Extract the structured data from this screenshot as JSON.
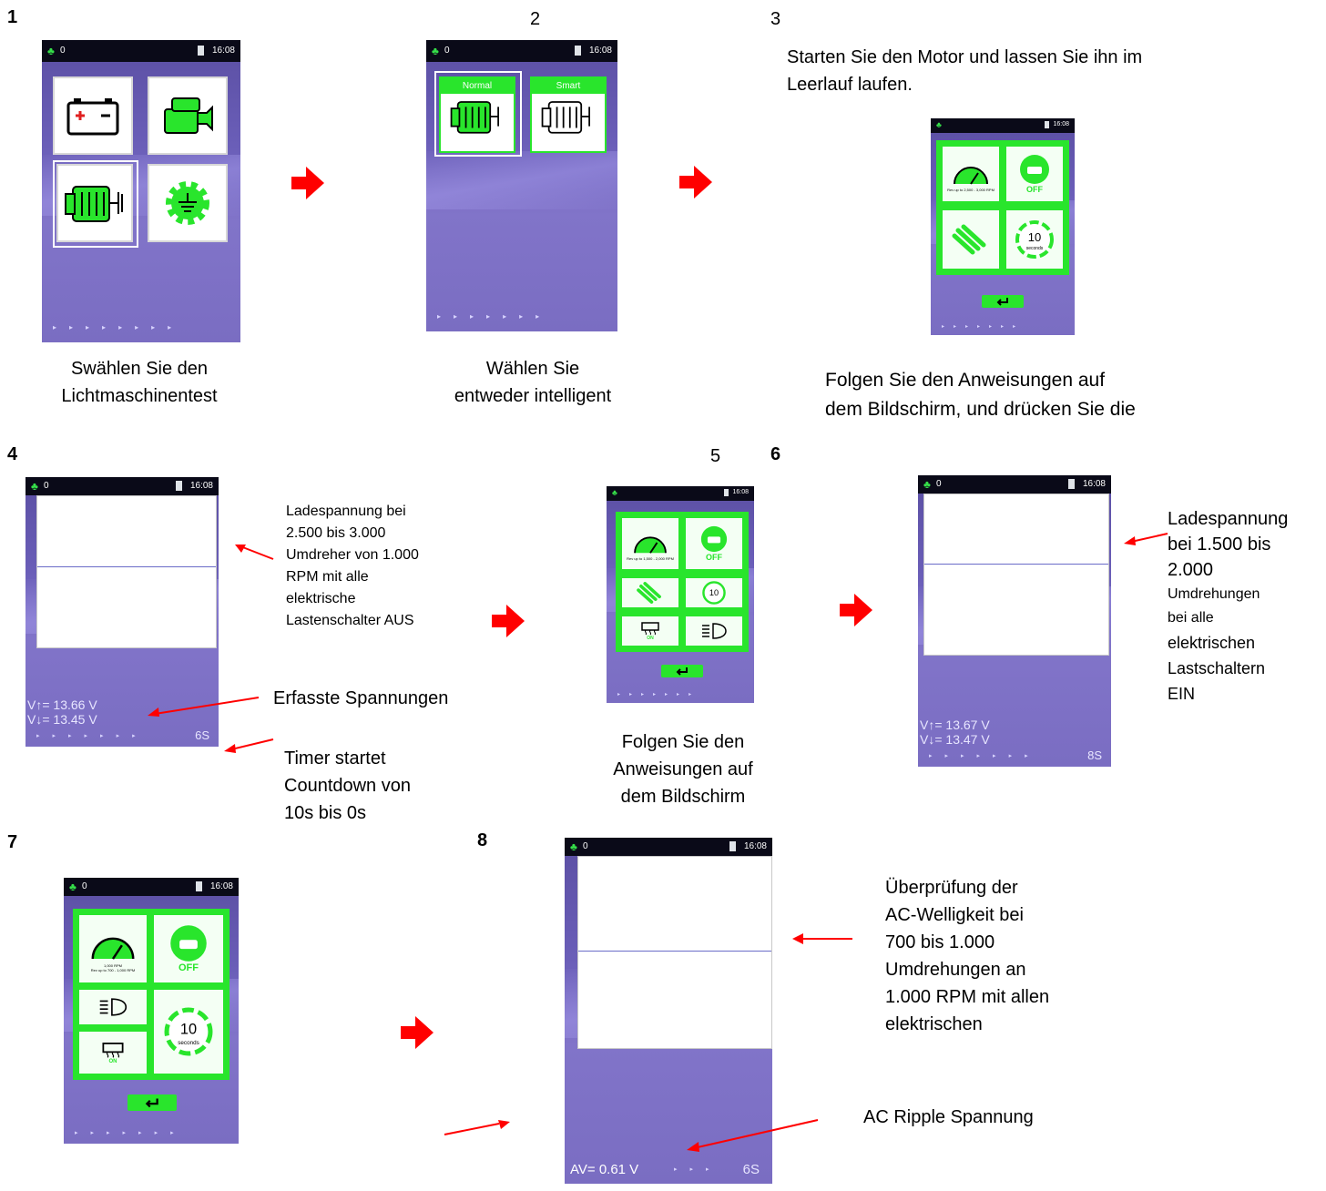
{
  "steps": {
    "s1": {
      "num": "1",
      "caption": [
        "Swählen Sie den",
        "Lichtmaschinentest"
      ]
    },
    "s2": {
      "num": "2",
      "caption": [
        "Wählen Sie",
        "entweder intelligent"
      ]
    },
    "s3": {
      "num": "3",
      "text_top": [
        "Starten Sie den Motor und lassen Sie ihn im",
        "Leerlauf laufen."
      ],
      "text_bottom": [
        "Folgen Sie den Anweisungen auf",
        "dem Bildschirm, und drücken Sie die"
      ]
    },
    "s4": {
      "num": "4",
      "note_top": [
        "Ladespannung bei",
        "2.500 bis 3.000",
        "Umdreher von 1.000",
        "RPM mit alle",
        "elektrische",
        "Lastenschalter AUS"
      ],
      "note_mid": "Erfasste Spannungen",
      "note_bottom": [
        "Timer startet",
        "Countdown von",
        "10s bis 0s"
      ]
    },
    "s5": {
      "num": "5",
      "caption": [
        "Folgen Sie den",
        "Anweisungen auf",
        "dem Bildschirm"
      ]
    },
    "s6": {
      "num": "6",
      "note": [
        "Ladespannung",
        "bei 1.500 bis",
        "2.000",
        "Umdrehungen",
        "bei  alle",
        "elektrischen",
        "Lastschaltern",
        "EIN"
      ]
    },
    "s7": {
      "num": "7"
    },
    "s8": {
      "num": "8",
      "note_top": [
        "Überprüfung der",
        "AC-Welligkeit bei",
        "700 bis 1.000",
        "Umdrehungen an",
        "1.000 RPM mit allen",
        "elektrischen"
      ],
      "note_bottom": "AC Ripple Spannung"
    }
  },
  "device": {
    "status_left": "0",
    "status_time": "16:08",
    "normal_label": "Normal",
    "smart_label": "Smart",
    "off_label": "OFF",
    "on_label": "ON",
    "seconds_label": "seconds",
    "ten": "10",
    "rpm_small": "1,000 RPM",
    "rev_3000": "Rev up to 2,500 - 3,000 RPM",
    "rev_2000": "Rev up to 1,500 - 2,000 RPM",
    "rev_1000": "Rev up to 700 - 1,000 RPM",
    "s4_vmax": "V↑= 13.66 V",
    "s4_vmin": "V↓= 13.45 V",
    "s4_timer": "6S",
    "s6_vmax": "V↑= 13.67 V",
    "s6_vmin": "V↓= 13.47 V",
    "s6_timer": "8S",
    "s8_av": "AV= 0.61 V",
    "s8_timer": "6S"
  },
  "colors": {
    "arrow_red": "#ff0000",
    "screen_green": "#29e52c",
    "screen_purple": "#6a5eb8"
  }
}
